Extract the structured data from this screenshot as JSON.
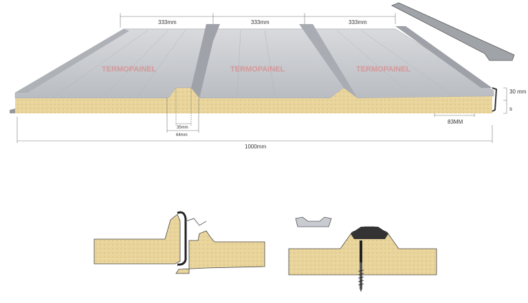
{
  "dimensions": {
    "rib_spacing": [
      "333mm",
      "333mm",
      "333mm"
    ],
    "rib_top_width": "35mm",
    "rib_base_width": "64mm",
    "total_width": "1000mm",
    "overlap_width": "83MM",
    "rib_height": "30 mm",
    "thickness": "s"
  },
  "watermark": "TERMOPAINEL",
  "colors": {
    "foam": "#e8d49a",
    "steel": "#c8cbd0",
    "edge": "#4a4a4a"
  }
}
